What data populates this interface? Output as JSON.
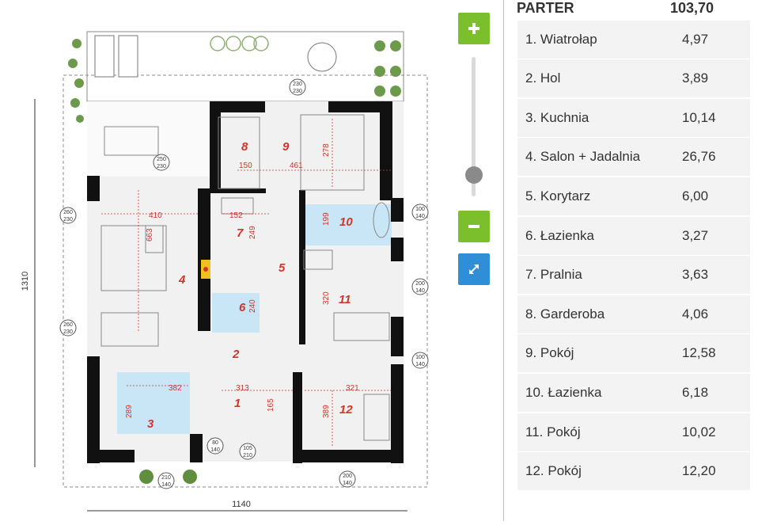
{
  "plan": {
    "room_numbers": [
      "1",
      "2",
      "3",
      "4",
      "5",
      "6",
      "7",
      "8",
      "9",
      "10",
      "11",
      "12"
    ],
    "dimensions": {
      "overall_width": "1140",
      "overall_height": "1310",
      "d410": "410",
      "d663": "663",
      "d152": "152",
      "d249": "249",
      "d240": "240",
      "d150": "150",
      "d461": "461",
      "d278": "278",
      "d199": "199",
      "d320": "320",
      "d313": "313",
      "d165": "165",
      "d382": "382",
      "d289": "289",
      "d321": "321",
      "d389": "389"
    },
    "window_labels": {
      "w_top_a": "230",
      "w_top_b": "230",
      "w_mid_a": "250",
      "w_mid_b": "230",
      "w_left1_a": "260",
      "w_left1_b": "230",
      "w_left2_a": "260",
      "w_left2_b": "230",
      "w_r1_a": "100",
      "w_r1_b": "140",
      "w_r2_a": "200",
      "w_r2_b": "140",
      "w_r3_a": "100",
      "w_r3_b": "140",
      "w_b1_a": "80",
      "w_b1_b": "140",
      "w_b2_a": "105",
      "w_b2_b": "210",
      "w_b3_a": "210",
      "w_b3_b": "140",
      "w_b4_a": "200",
      "w_b4_b": "140"
    }
  },
  "controls": {
    "zoom_in_icon": "plus-icon",
    "zoom_out_icon": "minus-icon",
    "fullscreen_icon": "expand-icon",
    "zoom_level": 0.15
  },
  "panel": {
    "floor_label": "PARTER",
    "floor_total": "103,70",
    "rooms": [
      {
        "name": "1. Wiatrołap",
        "area": "4,97"
      },
      {
        "name": "2. Hol",
        "area": "3,89"
      },
      {
        "name": "3. Kuchnia",
        "area": "10,14"
      },
      {
        "name": "4. Salon + Jadalnia",
        "area": "26,76"
      },
      {
        "name": "5. Korytarz",
        "area": "6,00"
      },
      {
        "name": "6. Łazienka",
        "area": "3,27"
      },
      {
        "name": "7. Pralnia",
        "area": "3,63"
      },
      {
        "name": "8. Garderoba",
        "area": "4,06"
      },
      {
        "name": "9. Pokój",
        "area": "12,58"
      },
      {
        "name": "10. Łazienka",
        "area": "6,18"
      },
      {
        "name": "11. Pokój",
        "area": "10,02"
      },
      {
        "name": "12. Pokój",
        "area": "12,20"
      }
    ]
  },
  "colors": {
    "zoom_green": "#7cbf2d",
    "expand_blue": "#2f8fd6",
    "room_number_red": "#d0352b",
    "wall": "#111111",
    "wet_room_blue": "#c9e6f7"
  }
}
